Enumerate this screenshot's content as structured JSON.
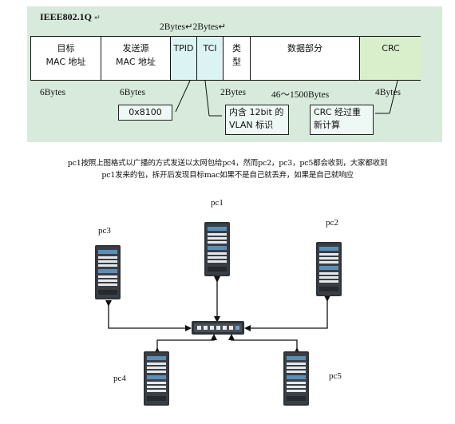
{
  "frame": {
    "title": "IEEE802.1Q",
    "top_bytes": "2Bytes↵2Bytes↵",
    "fields": [
      {
        "key": "dst",
        "line1": "目标",
        "line2": "MAC 地址"
      },
      {
        "key": "src",
        "line1": "发送源",
        "line2": "MAC 地址"
      },
      {
        "key": "tpid",
        "line1": "TPID",
        "line2": ""
      },
      {
        "key": "tci",
        "line1": "TCI",
        "line2": ""
      },
      {
        "key": "type",
        "line1": "类",
        "line2": "型"
      },
      {
        "key": "data",
        "line1": "数据部分",
        "line2": ""
      },
      {
        "key": "crc",
        "line1": "CRC",
        "line2": ""
      }
    ],
    "byte_labels": [
      "6Bytes",
      "6Bytes",
      "2Bytes",
      "46～1500Bytes",
      "4Bytes"
    ],
    "callouts": {
      "tpid_value": "0x8100",
      "tci_line1": "内含 12bit 的",
      "tci_line2": "VLAN 标识",
      "crc_line1": "CRC 经过重",
      "crc_line2": "新计算"
    },
    "colors": {
      "panel": "#d7eadb",
      "tpid_tci": "#dcf3f3",
      "crc": "#d9efcc"
    }
  },
  "description": {
    "line1": "pc1按照上图格式以广播的方式发送以太网包给pc4，然而pc2，pc3，pc5都会收到，大家都收到",
    "line2": "pc1发来的包，拆开后发现目标mac如果不是自己就丢弃，如果是自己就响应"
  },
  "network": {
    "pcs": [
      "pc1",
      "pc2",
      "pc3",
      "pc4",
      "pc5"
    ],
    "switch_icon": "network-switch-icon",
    "server_icon": "server-tower-icon"
  }
}
